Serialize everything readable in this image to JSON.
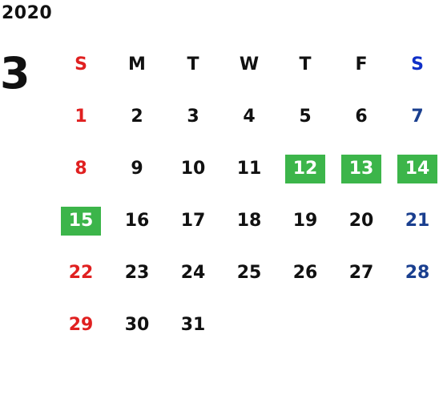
{
  "year": "2020",
  "month": "3",
  "weekdays": [
    "S",
    "M",
    "T",
    "W",
    "T",
    "F",
    "S"
  ],
  "weeks": [
    [
      "1",
      "2",
      "3",
      "4",
      "5",
      "6",
      "7"
    ],
    [
      "8",
      "9",
      "10",
      "11",
      "12",
      "13",
      "14"
    ],
    [
      "15",
      "16",
      "17",
      "18",
      "19",
      "20",
      "21"
    ],
    [
      "22",
      "23",
      "24",
      "25",
      "26",
      "27",
      "28"
    ],
    [
      "29",
      "30",
      "31",
      "",
      "",
      "",
      ""
    ]
  ],
  "highlighted_days": [
    "12",
    "13",
    "14",
    "15"
  ],
  "colors": {
    "sunday": "#e02020",
    "saturday": "#1a3f8f",
    "highlight": "#3cb54a"
  }
}
